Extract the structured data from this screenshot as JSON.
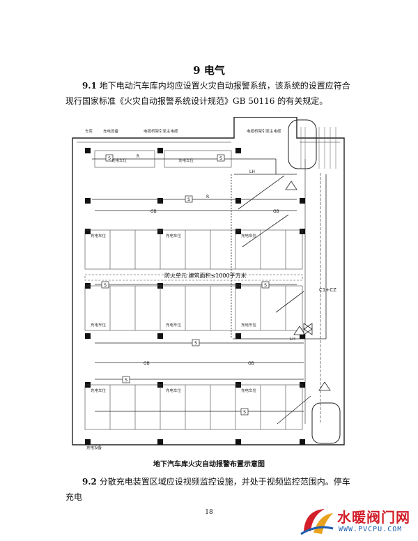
{
  "section": {
    "title": "9 电气"
  },
  "paragraphs": [
    {
      "number": "9.1",
      "text": " 地下电动汽车库内均应设置火灾自动报警系统，该系统的设置应符合现行国家标准《火灾自动报警系统设计规范》GB 50116 的有关规定。"
    },
    {
      "number": "9.2",
      "text": " 分散充电装置区域应设视频监控设施，并处于视频监控范围内。停车充电"
    }
  ],
  "figure": {
    "caption": "地下汽车库火灾自动报警布置示意图",
    "center_label": "防火单元  建筑面积≤1000平方米",
    "charging_space_label": "充电车位",
    "charging_device_label": "充电设备",
    "small_label": "车库",
    "cable_label": "电缆桥架引至主电缆",
    "detector_label": "S",
    "beam_label": "GB",
    "resistor_label": "R",
    "line_label": "LH",
    "bus_label": "C1+CZ"
  },
  "page_number": "18",
  "watermark": {
    "title": "水暖阀门网",
    "url": "WWW.PVCPU.COM",
    "brand_colors": [
      "#d21f2a",
      "#1d5fb0"
    ]
  }
}
